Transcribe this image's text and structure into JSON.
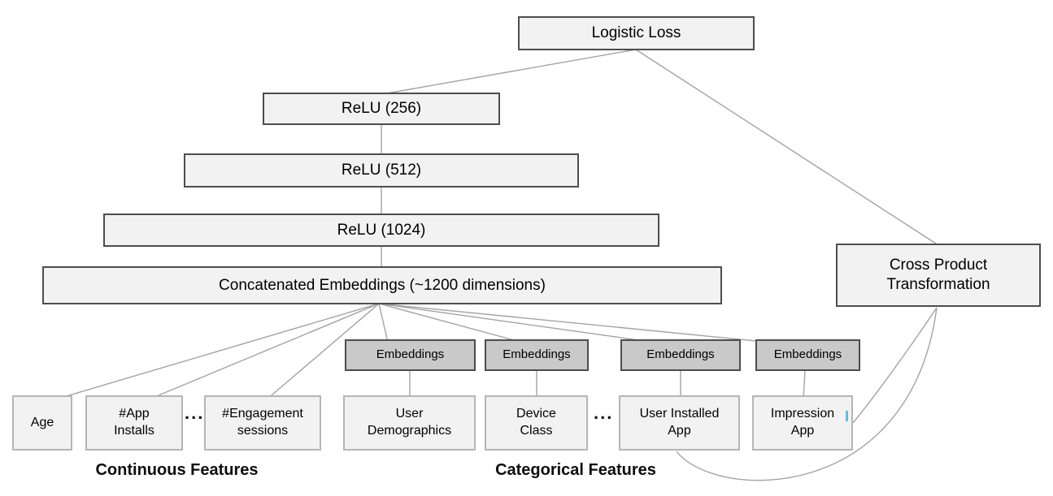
{
  "diagram": {
    "nodes": {
      "logistic_loss": "Logistic Loss",
      "relu_256": "ReLU (256)",
      "relu_512": "ReLU (512)",
      "relu_1024": "ReLU (1024)",
      "concatenated_embeddings": "Concatenated Embeddings (~1200 dimensions)",
      "cross_product_transformation": "Cross Product\nTransformation",
      "embeddings_1": "Embeddings",
      "embeddings_2": "Embeddings",
      "embeddings_3": "Embeddings",
      "embeddings_4": "Embeddings",
      "age": "Age",
      "app_installs": "#App\nInstalls",
      "engagement_sessions": "#Engagement\nsessions",
      "user_demographics": "User\nDemographics",
      "device_class": "Device\nClass",
      "user_installed_app": "User Installed\nApp",
      "impression_app": "Impression\nApp"
    },
    "ellipsis_continuous": "...",
    "ellipsis_categorical": "...",
    "group_labels": {
      "continuous": "Continuous Features",
      "categorical": "Categorical Features"
    },
    "colors": {
      "node_fill_light": "#f2f2f2",
      "node_fill_gray": "#c9c9c9",
      "node_border_dark": "#4d4d4d",
      "node_border_light": "#b5b5b5",
      "edge_line": "#a3a3a3",
      "text": "#000000",
      "cursor_artifact": "#58c0e8"
    }
  }
}
